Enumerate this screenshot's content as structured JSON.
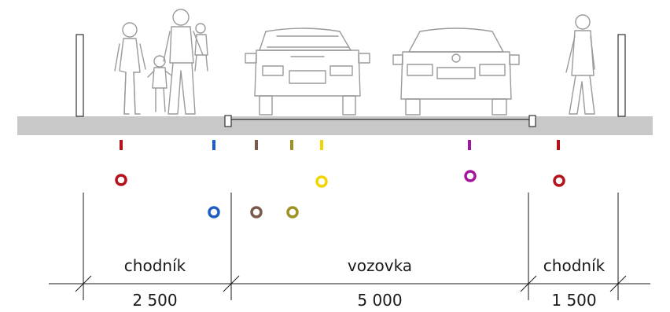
{
  "sections": [
    {
      "id": "left-sidewalk",
      "label": "chodník",
      "width": "2 500"
    },
    {
      "id": "roadway",
      "label": "vozovka",
      "width": "5 000"
    },
    {
      "id": "right-sidewalk",
      "label": "chodník",
      "width": "1 500"
    }
  ],
  "markers": [
    {
      "id": "red-1",
      "color": "#b5121b"
    },
    {
      "id": "blue",
      "color": "#1f5fbf"
    },
    {
      "id": "brown",
      "color": "#7a5a4a"
    },
    {
      "id": "olive",
      "color": "#9c9223"
    },
    {
      "id": "yellow",
      "color": "#f2d400"
    },
    {
      "id": "purple",
      "color": "#a3179e"
    },
    {
      "id": "red-2",
      "color": "#b5121b"
    }
  ],
  "colors": {
    "ground": "#c8c8c8",
    "sketch": "#9a9a9a",
    "lines": "#1a1a1a"
  }
}
